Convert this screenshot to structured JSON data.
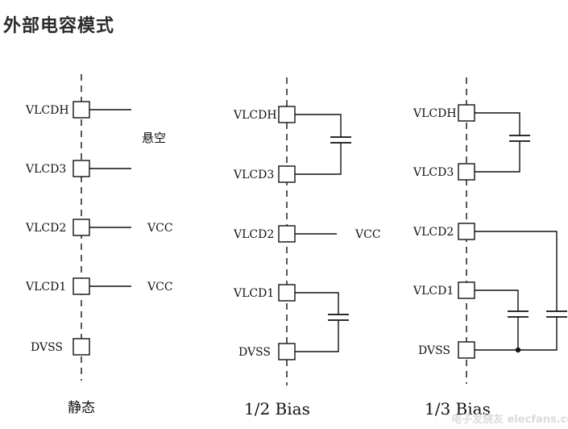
{
  "title": "外部电容模式",
  "diagrams": [
    {
      "id": "static",
      "caption": "静态",
      "pins": [
        "VLCDH",
        "VLCD3",
        "VLCD2",
        "VLCD1",
        "DVSS"
      ],
      "labels": {
        "float": "悬空",
        "vcc1": "VCC",
        "vcc2": "VCC"
      }
    },
    {
      "id": "half-bias",
      "caption": "1/2 Bias",
      "pins": [
        "VLCDH",
        "VLCD3",
        "VLCD2",
        "VLCD1",
        "DVSS"
      ],
      "labels": {
        "vcc": "VCC"
      }
    },
    {
      "id": "third-bias",
      "caption": "1/3 Bias",
      "pins": [
        "VLCDH",
        "VLCD3",
        "VLCD2",
        "VLCD1",
        "DVSS"
      ]
    }
  ],
  "watermark": "电子发烧友 elecfans.com"
}
